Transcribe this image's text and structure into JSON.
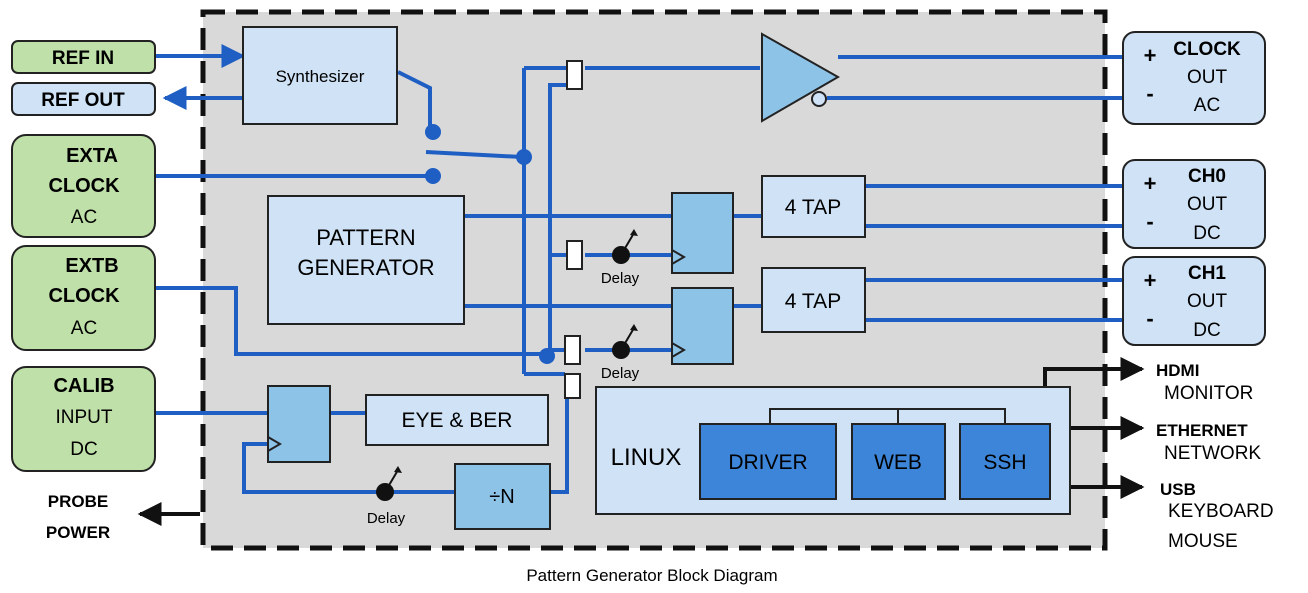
{
  "caption": "Pattern Generator Block Diagram",
  "inputs": {
    "ref_in": "REF IN",
    "ref_out": "REF OUT",
    "exta": {
      "l1": "EXTA",
      "l2": "CLOCK",
      "l3": "AC"
    },
    "extb": {
      "l1": "EXTB",
      "l2": "CLOCK",
      "l3": "AC"
    },
    "calib": {
      "l1": "CALIB",
      "l2": "INPUT",
      "l3": "DC"
    },
    "probe": {
      "l1": "PROBE",
      "l2": "POWER"
    }
  },
  "blocks": {
    "synthesizer": "Synthesizer",
    "pattern_l1": "PATTERN",
    "pattern_l2": "GENERATOR",
    "tap1": "4 TAP",
    "tap2": "4 TAP",
    "eye_ber": "EYE & BER",
    "divn": "÷N",
    "linux": "LINUX",
    "driver": "DRIVER",
    "web": "WEB",
    "ssh": "SSH",
    "delay1": "Delay",
    "delay2": "Delay",
    "delay3": "Delay"
  },
  "outputs": {
    "clock": {
      "plus": "+",
      "minus": "-",
      "l1": "CLOCK",
      "l2": "OUT",
      "l3": "AC"
    },
    "ch0": {
      "plus": "+",
      "minus": "-",
      "l1": "CH0",
      "l2": "OUT",
      "l3": "DC"
    },
    "ch1": {
      "plus": "+",
      "minus": "-",
      "l1": "CH1",
      "l2": "OUT",
      "l3": "DC"
    },
    "hdmi": {
      "l1": "HDMI",
      "l2": "MONITOR"
    },
    "ethernet": {
      "l1": "ETHERNET",
      "l2": "NETWORK"
    },
    "usb": {
      "l1": "USB",
      "l2": "KEYBOARD",
      "l3": "MOUSE"
    }
  },
  "colors": {
    "wire": "#1f5fc4",
    "green_box": "#bfe0a8",
    "blue_box": "#cfe2f6",
    "dark_blue_box": "#3d85d8",
    "enclosure": "#d9d9d9"
  }
}
